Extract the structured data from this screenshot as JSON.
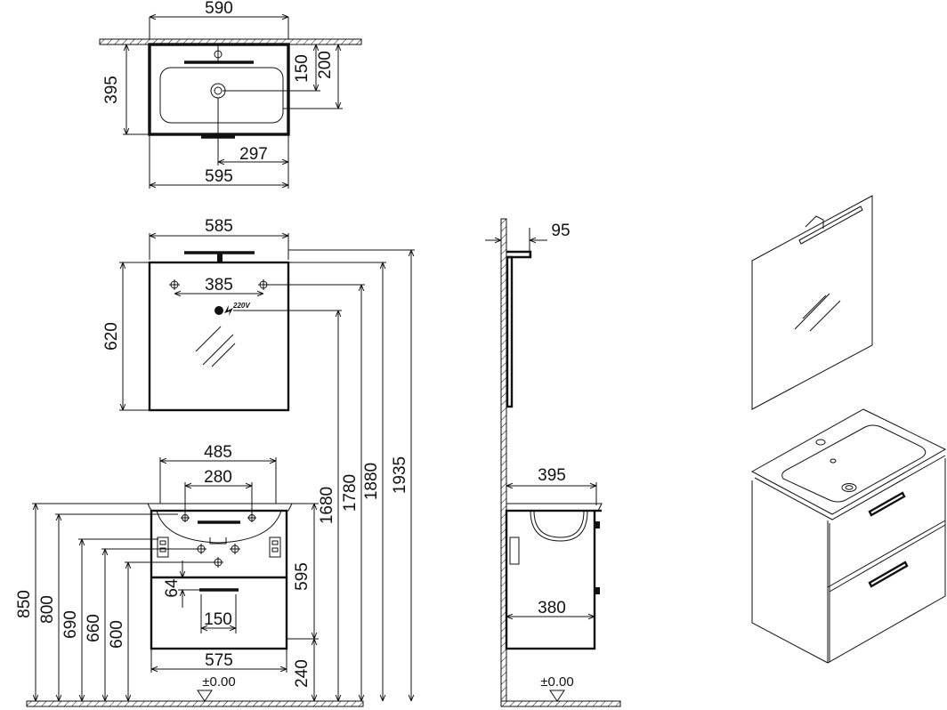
{
  "top_view": {
    "overall_width": "590",
    "basin_width": "595",
    "depth": "395",
    "tap_offset": "150",
    "back_to_front": "200",
    "drain_offset": "297"
  },
  "mirror_front": {
    "width": "585",
    "height": "620",
    "fixing_spacing": "385",
    "power_label": "220V"
  },
  "cabinet_front": {
    "basin_width": "485",
    "hole_spacing": "280",
    "cabinet_width": "575",
    "handle_width": "150",
    "drawer_gap": "64",
    "cabinet_height": "595",
    "floor_clearance": "240",
    "floor_label": "±0.00"
  },
  "heights_left": [
    "850",
    "800",
    "690",
    "660",
    "600"
  ],
  "heights_right": [
    "1680",
    "1780",
    "1880",
    "1935"
  ],
  "side_view": {
    "mirror_depth": "95",
    "basin_depth": "395",
    "cabinet_depth": "380",
    "floor_label": "±0.00"
  }
}
